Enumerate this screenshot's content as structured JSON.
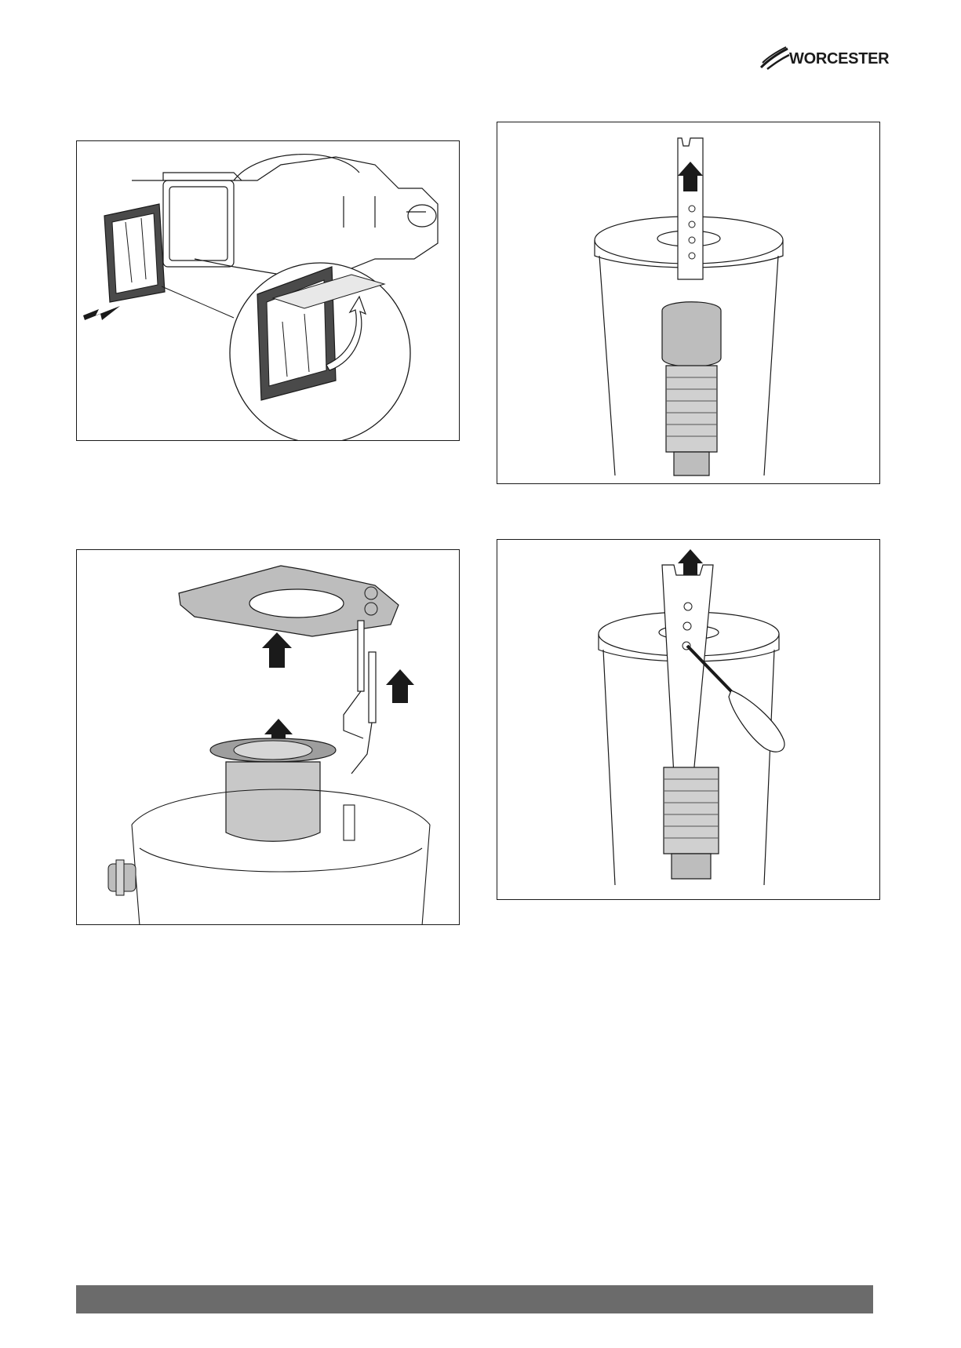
{
  "header": {
    "logo_text": "WORCESTER",
    "logo_icon": "worcester-flame-swoosh"
  },
  "figures": [
    {
      "id": "fig-flap-removal",
      "depicts": "non-return-flap-removal",
      "arrows": [
        "pull-out-arrow",
        "flap-lift-arrow"
      ]
    },
    {
      "id": "fig-tool-lift",
      "depicts": "tool-lifting-insert",
      "arrows": [
        "up-arrow"
      ]
    },
    {
      "id": "fig-burner-removal",
      "depicts": "burner-and-electrode-removal",
      "arrows": [
        "up-arrow",
        "up-arrow",
        "up-arrow"
      ]
    },
    {
      "id": "fig-screwdriver-lever",
      "depicts": "screwdriver-levering-tool",
      "arrows": [
        "up-arrow"
      ]
    }
  ],
  "colors": {
    "line": "#1a1a1a",
    "dark_part": "#4a4a4a",
    "grey_part": "#bdbdbd",
    "footer_bar": "#6b6b6b"
  }
}
